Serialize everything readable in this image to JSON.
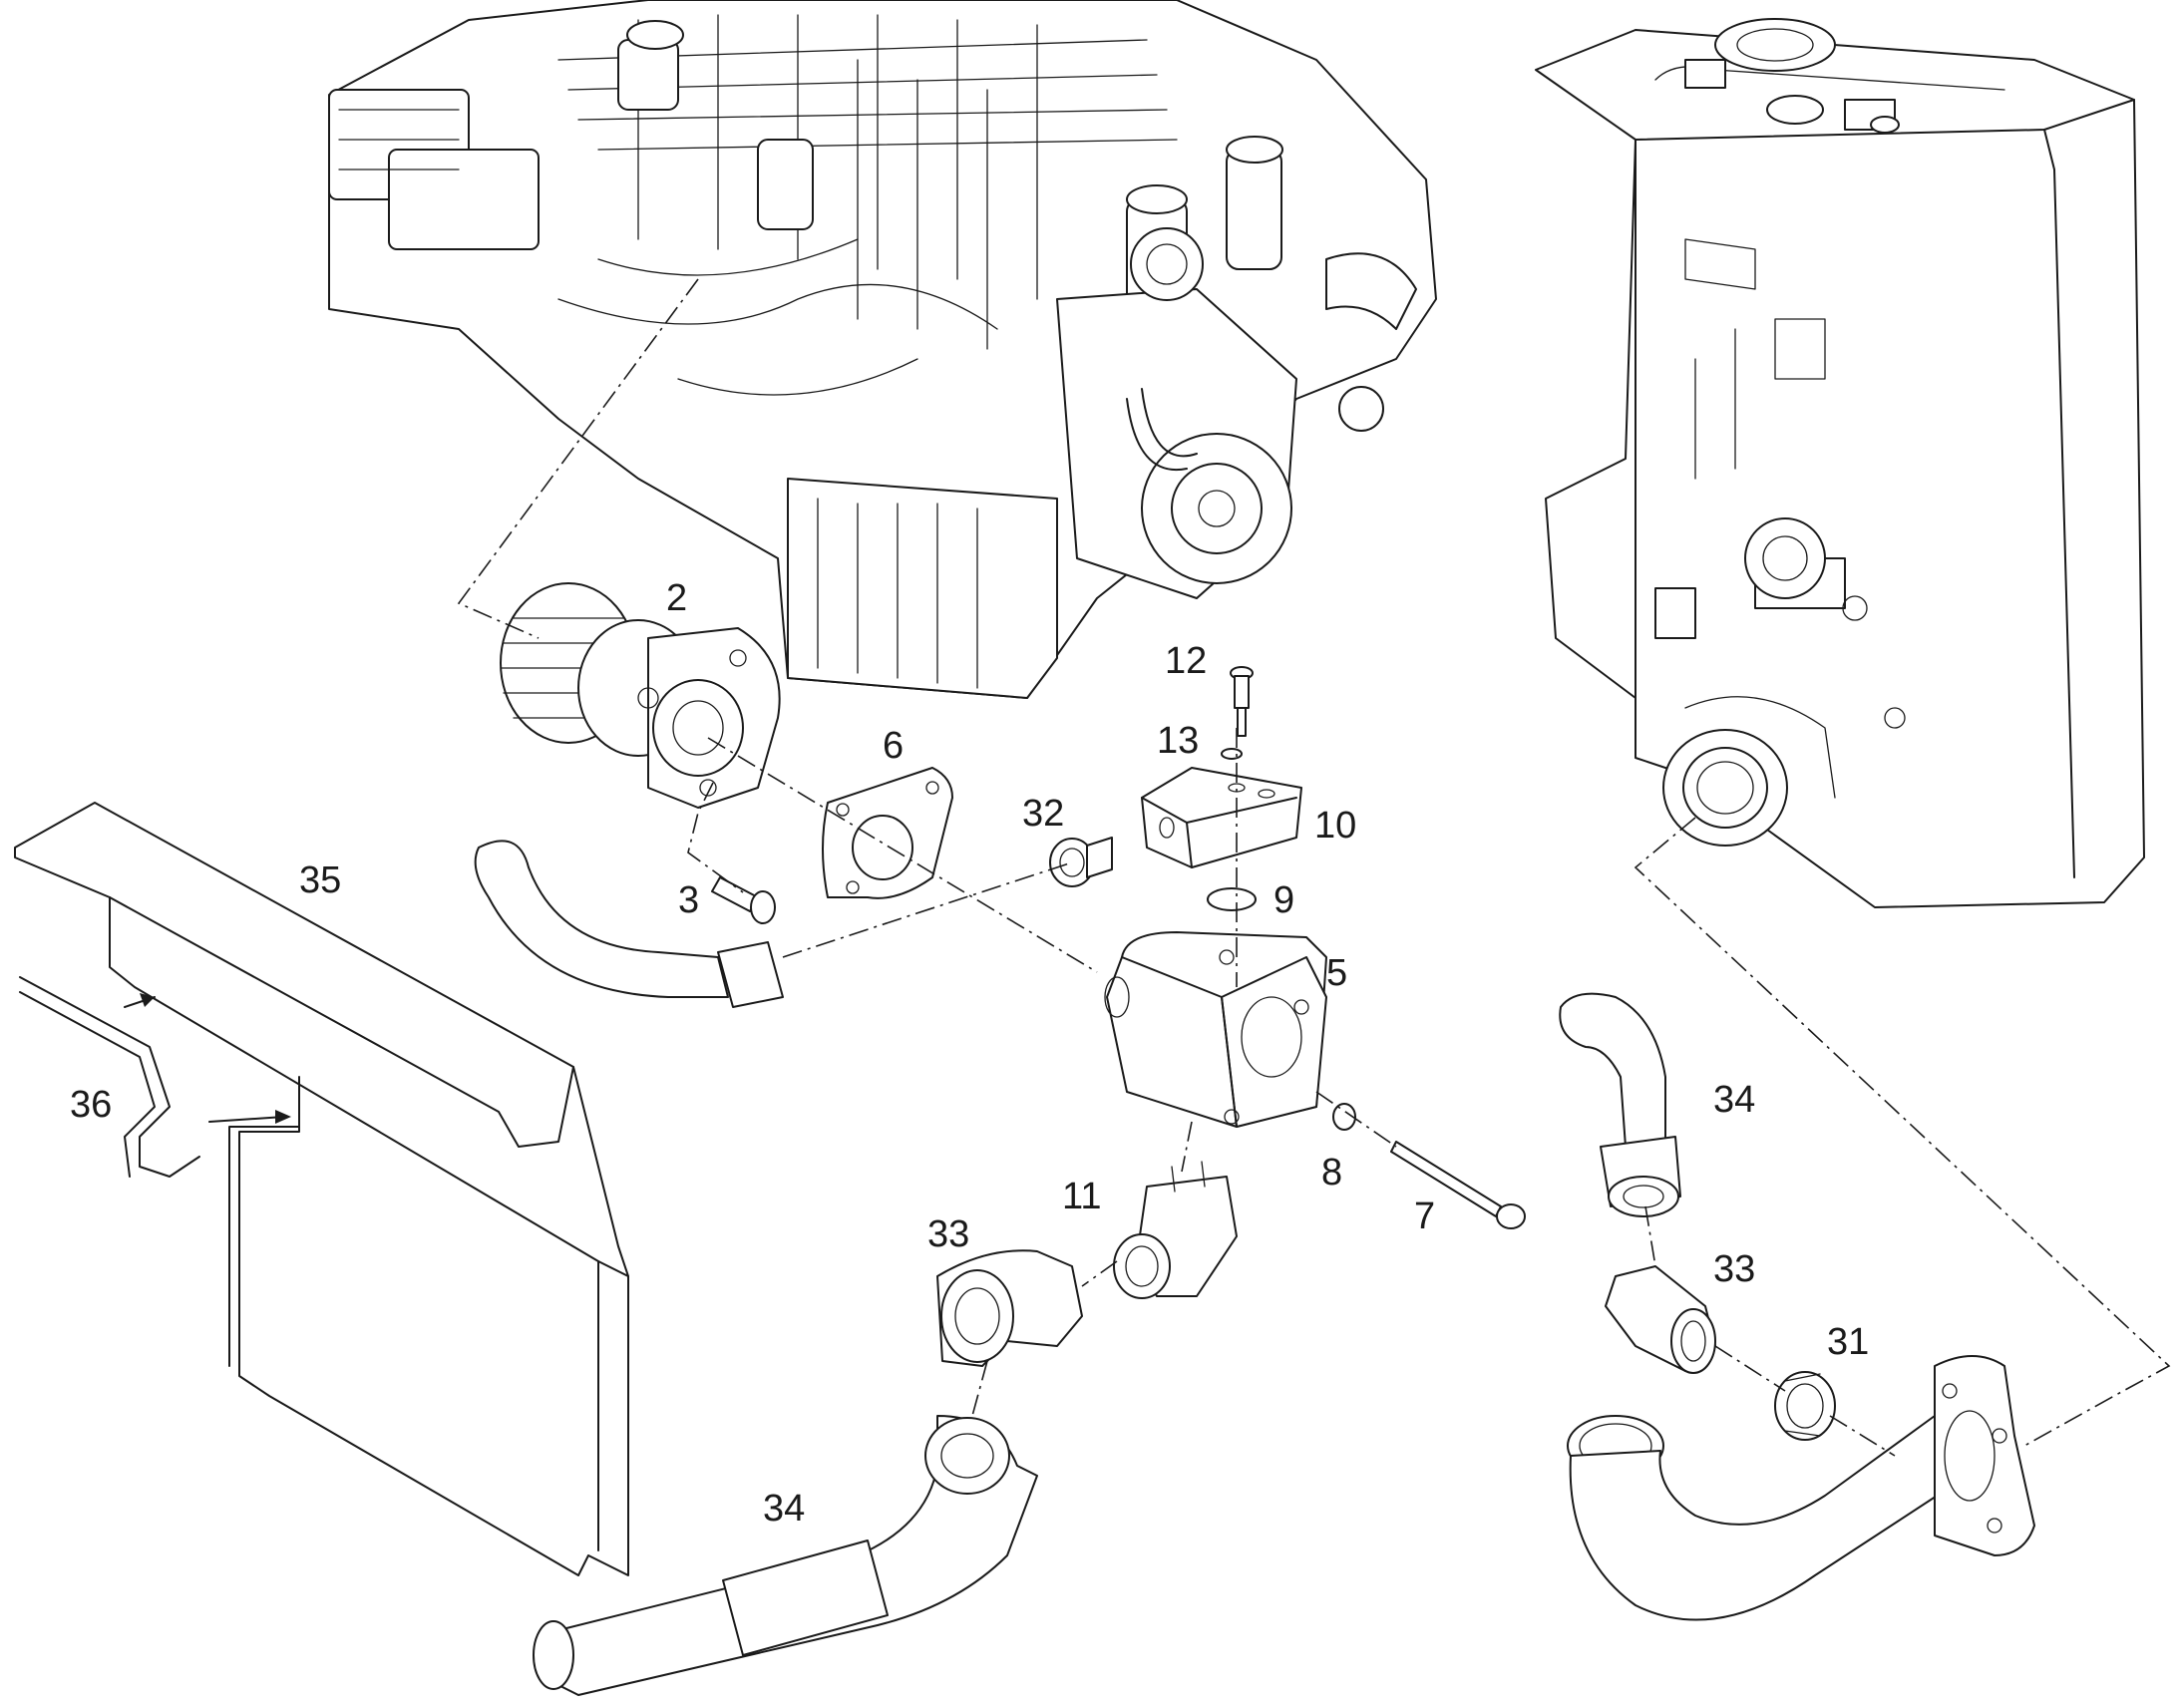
{
  "callouts": {
    "c2": "2",
    "c3": "3",
    "c5": "5",
    "c6": "6",
    "c7": "7",
    "c8": "8",
    "c9": "9",
    "c10": "10",
    "c11": "11",
    "c12": "12",
    "c13": "13",
    "c31": "31",
    "c32": "32",
    "c33a": "33",
    "c33b": "33",
    "c34a": "34",
    "c34b": "34",
    "c35": "35",
    "c36": "36"
  },
  "colors": {
    "line": "#1a1a1a",
    "background": "#ffffff"
  }
}
